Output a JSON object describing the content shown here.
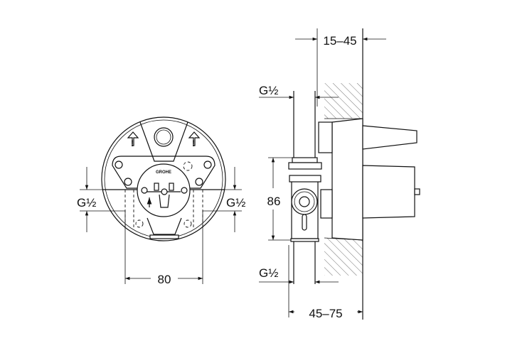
{
  "front_view": {
    "thread_left": "G½",
    "thread_right": "G½",
    "width_dim": "80",
    "logo_text": "GROHE"
  },
  "side_view": {
    "wall_depth_dim": "15–45",
    "thread_top": "G½",
    "height_dim": "86",
    "thread_bottom": "G½",
    "total_depth_dim": "45–75"
  }
}
